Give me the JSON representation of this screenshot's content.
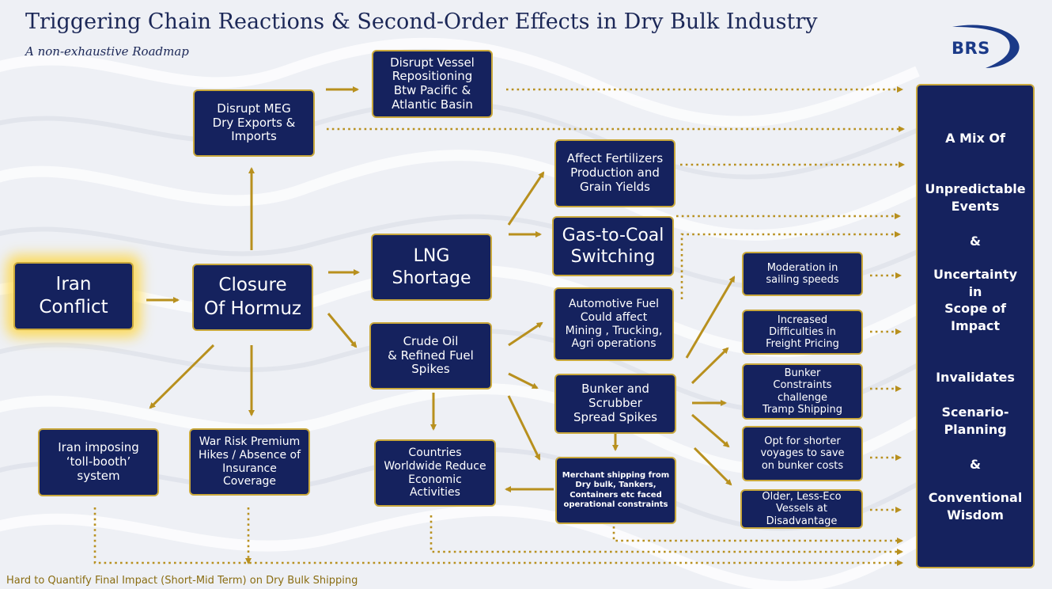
{
  "header": {
    "title": "Triggering Chain Reactions & Second-Order Effects in Dry Bulk Industry",
    "subtitle": "A non-exhaustive Roadmap",
    "logo_text": "BRS"
  },
  "nodes": {
    "iran_conflict": "Iran\nConflict",
    "closure_hormuz": "Closure\nOf Hormuz",
    "disrupt_meg": "Disrupt MEG\nDry Exports &\nImports",
    "disrupt_vessel": "Disrupt Vessel\nRepositioning\nBtw Pacific &\nAtlantic Basin",
    "lng_shortage": "LNG\nShortage",
    "crude_oil": "Crude Oil\n& Refined Fuel\nSpikes",
    "affect_fertilizers": "Affect Fertilizers\nProduction and\nGrain Yields",
    "gas_to_coal": "Gas-to-Coal\nSwitching",
    "automotive_fuel": "Automotive Fuel\nCould affect\nMining , Trucking,\nAgri operations",
    "bunker_scrubber": "Bunker and\nScrubber\nSpread Spikes",
    "merchant_shipping": "Merchant shipping from\nDry bulk, Tankers,\nContainers etc faced\noperational constraints",
    "countries_reduce": "Countries\nWorldwide Reduce\nEconomic\nActivities",
    "iran_toll": "Iran imposing\n‘toll-booth’\nsystem",
    "war_risk": "War Risk Premium\nHikes / Absence of\nInsurance\nCoverage",
    "moderation": "Moderation in\nsailing speeds",
    "freight_pricing": "Increased\nDifficulties in\nFreight Pricing",
    "bunker_constraints": "Bunker\nConstraints\nchallenge\nTramp Shipping",
    "opt_shorter": "Opt for shorter\nvoyages to save\non bunker costs",
    "older_vessels": "Older, Less-Eco\nVessels at\nDisadvantage"
  },
  "outcome": {
    "line1": "A Mix Of",
    "line2": "Unpredictable\nEvents",
    "line3": "&",
    "line4": "Uncertainty\nin\nScope of\nImpact",
    "line5": "Invalidates",
    "line6": "Scenario-\nPlanning",
    "line7": "&",
    "line8": "Conventional\nWisdom"
  },
  "footer": {
    "text": "Hard to Quantify Final Impact (Short-Mid Term) on Dry Bulk Shipping"
  },
  "colors": {
    "box_fill": "#15225e",
    "box_border": "#c9a83c",
    "arrow": "#b8901e",
    "title": "#1b2757",
    "glow": "#ffd63c"
  }
}
